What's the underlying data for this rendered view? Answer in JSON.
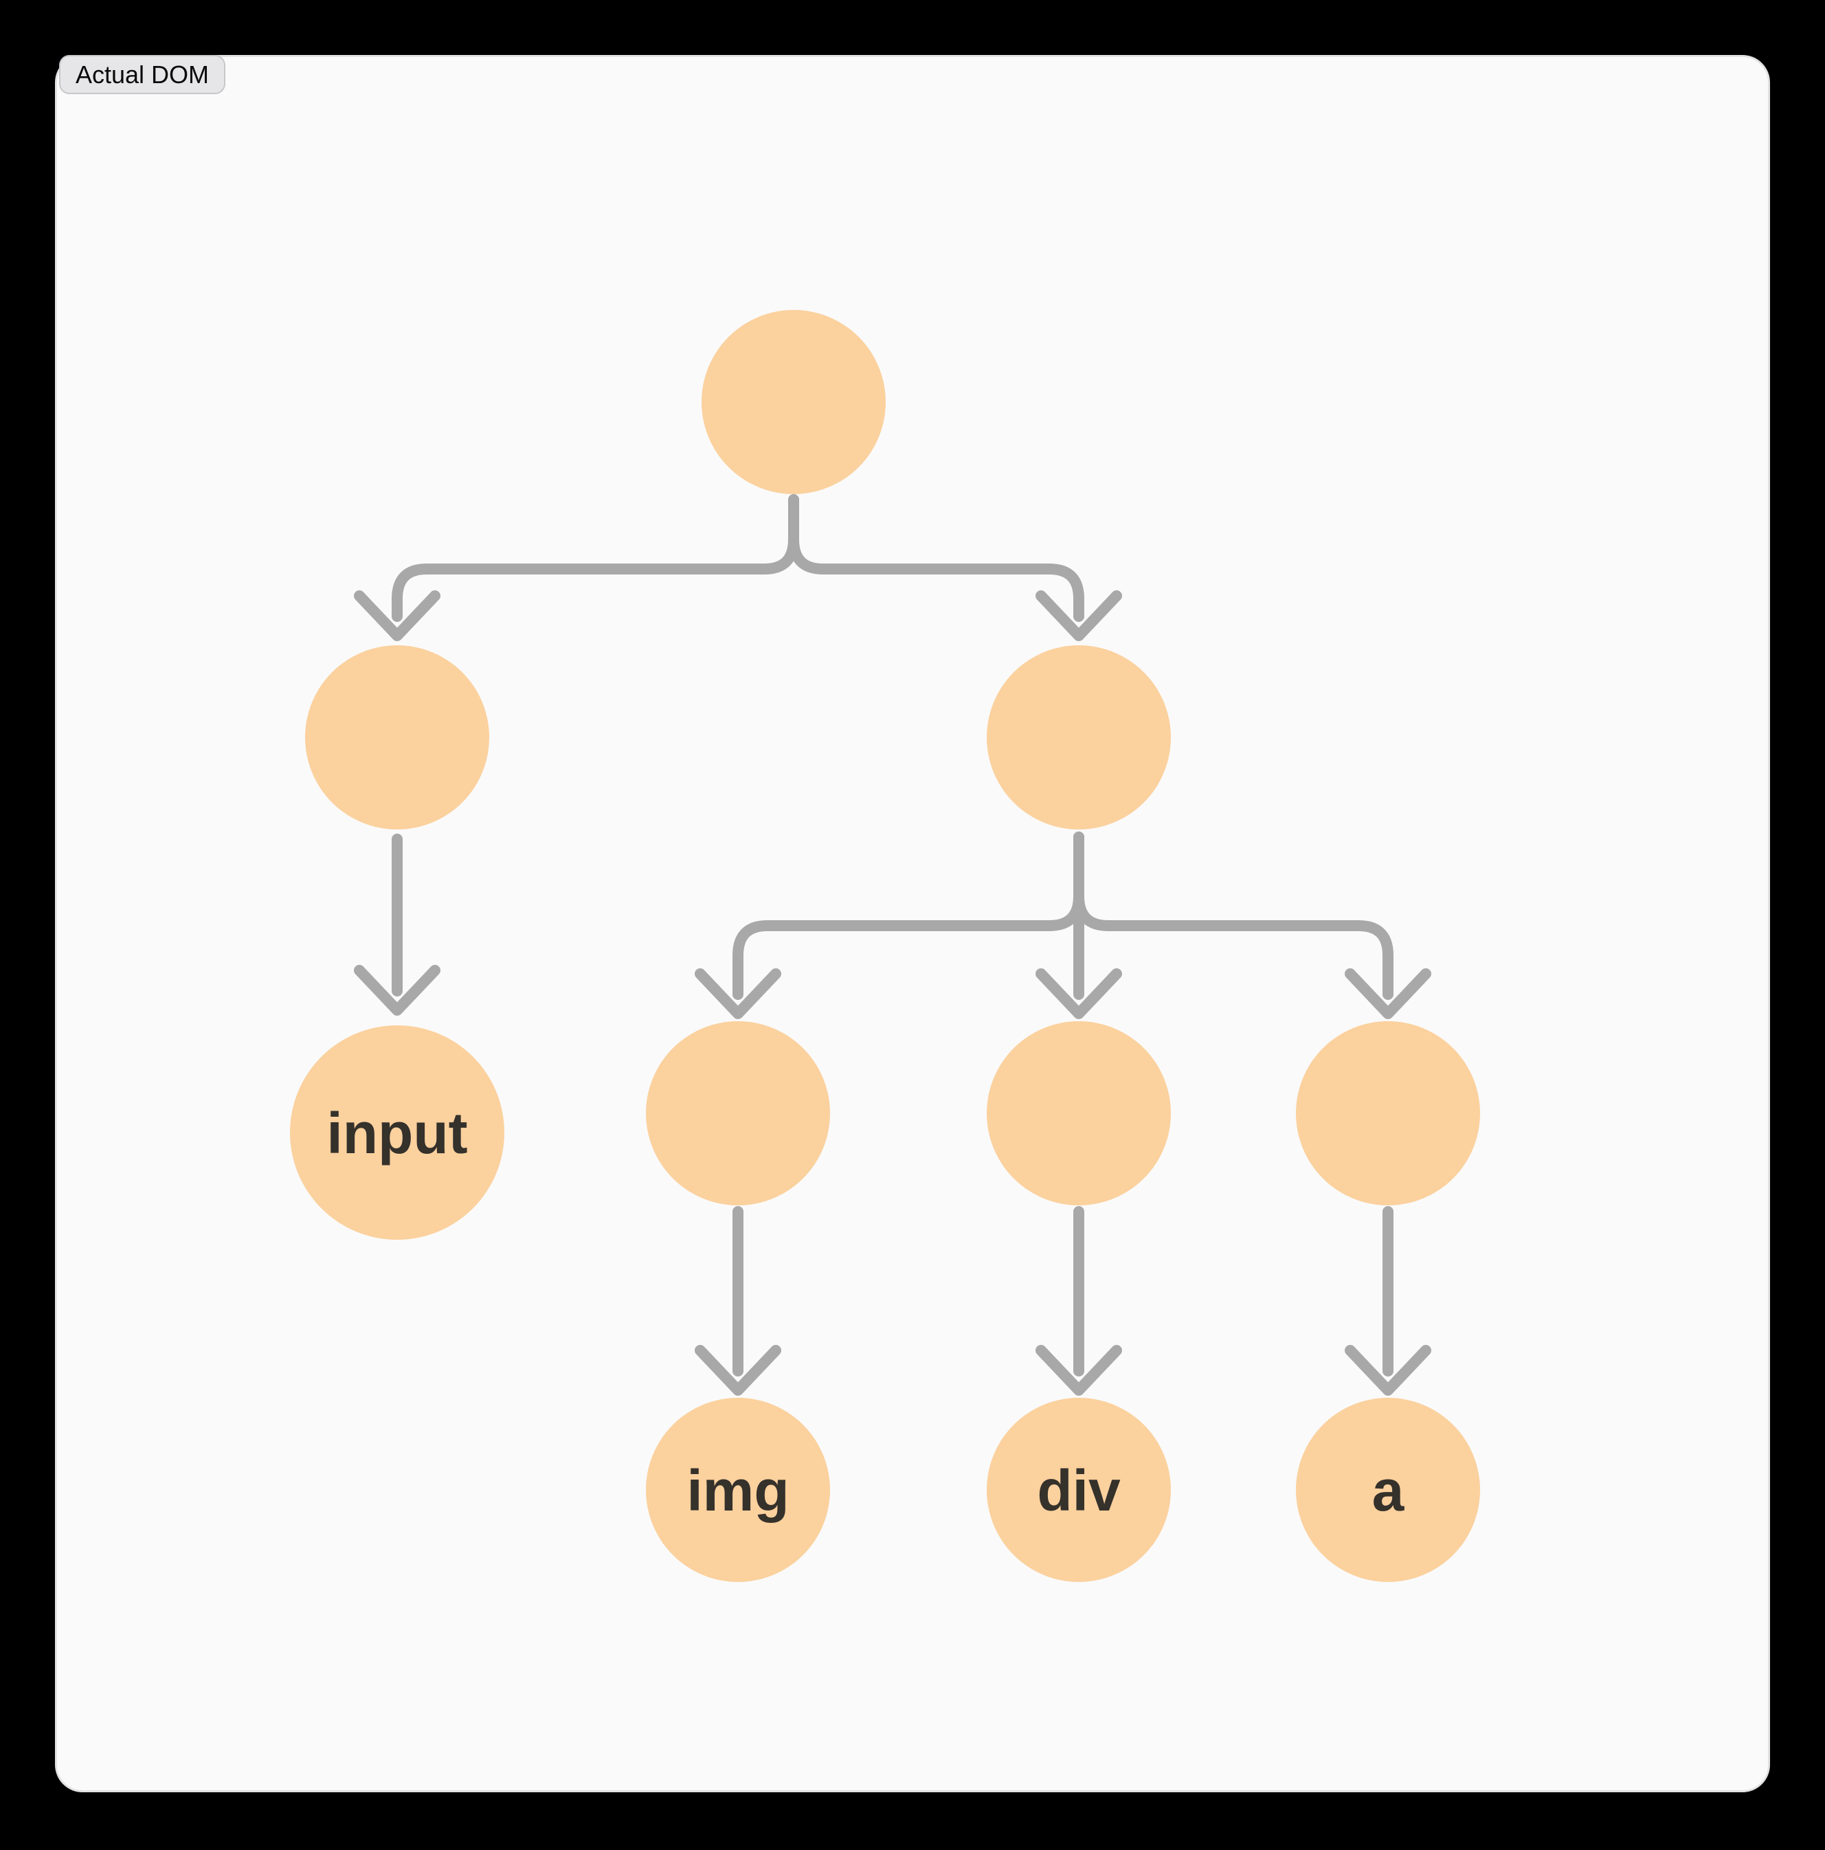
{
  "badge": {
    "label": "Actual DOM"
  },
  "theme": {
    "page-bg": "#000000",
    "panel-bg": "#FAFAFA",
    "panel-border": "#E2E2E2",
    "badge-bg": "#E6E6E8",
    "badge-border": "#C7C7CA",
    "badge-text": "#0A0A0A",
    "node-fill": "#FBD19E",
    "node-text": "#35312B",
    "arrow": "#A8A8A8"
  },
  "diagram": {
    "nodes": [
      {
        "id": "root",
        "label": ""
      },
      {
        "id": "child-left",
        "label": ""
      },
      {
        "id": "child-right",
        "label": ""
      },
      {
        "id": "input",
        "label": "input"
      },
      {
        "id": "grandchild-1",
        "label": ""
      },
      {
        "id": "grandchild-2",
        "label": ""
      },
      {
        "id": "grandchild-3",
        "label": ""
      },
      {
        "id": "img",
        "label": "img"
      },
      {
        "id": "div",
        "label": "div"
      },
      {
        "id": "a",
        "label": "a"
      }
    ],
    "edges": [
      {
        "from": "root",
        "to": "child-left"
      },
      {
        "from": "root",
        "to": "child-right"
      },
      {
        "from": "child-left",
        "to": "input"
      },
      {
        "from": "child-right",
        "to": "grandchild-1"
      },
      {
        "from": "child-right",
        "to": "grandchild-2"
      },
      {
        "from": "child-right",
        "to": "grandchild-3"
      },
      {
        "from": "grandchild-1",
        "to": "img"
      },
      {
        "from": "grandchild-2",
        "to": "div"
      },
      {
        "from": "grandchild-3",
        "to": "a"
      }
    ]
  }
}
